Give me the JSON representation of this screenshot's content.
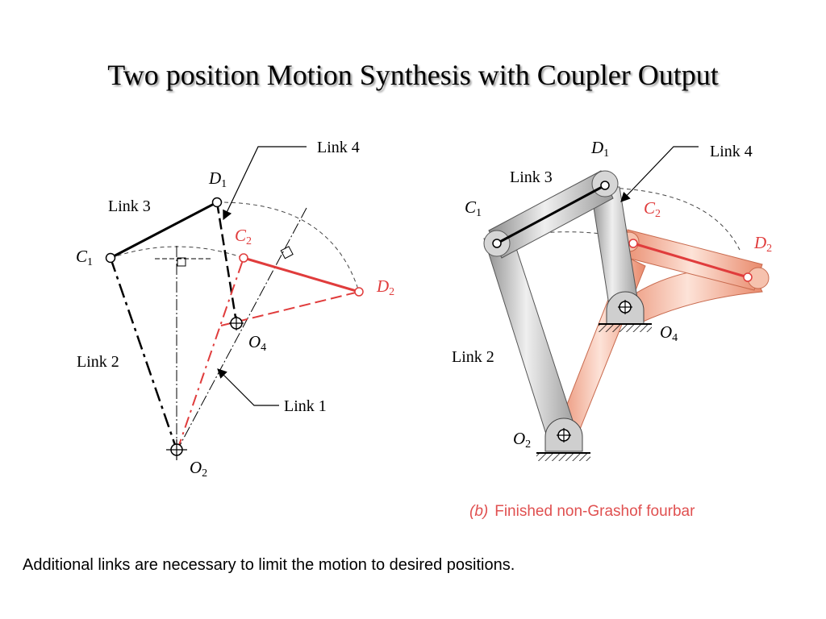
{
  "title": "Two position Motion Synthesis with Coupler Output",
  "caption": "Additional links are necessary to limit the motion to desired positions.",
  "left_diagram": {
    "link4": "Link 4",
    "link3": "Link 3",
    "link2": "Link 2",
    "link1": "Link 1",
    "c1": {
      "main": "C",
      "sub": "1"
    },
    "d1": {
      "main": "D",
      "sub": "1"
    },
    "c2": {
      "main": "C",
      "sub": "2"
    },
    "d2": {
      "main": "D",
      "sub": "2"
    },
    "o4": {
      "main": "O",
      "sub": "4"
    },
    "o2": {
      "main": "O",
      "sub": "2"
    }
  },
  "right_diagram": {
    "link4": "Link 4",
    "link3": "Link 3",
    "link2": "Link 2",
    "c1": {
      "main": "C",
      "sub": "1"
    },
    "d1": {
      "main": "D",
      "sub": "1"
    },
    "c2": {
      "main": "C",
      "sub": "2"
    },
    "d2": {
      "main": "D",
      "sub": "2"
    },
    "o4": {
      "main": "O",
      "sub": "4"
    },
    "o2": {
      "main": "O",
      "sub": "2"
    },
    "subcaption_tag": "(b)",
    "subcaption_text": "Finished non-Grashof fourbar"
  },
  "colors": {
    "red": "#e03c3c",
    "salmon": "#f0a890",
    "gray": "#b8b8b8"
  }
}
